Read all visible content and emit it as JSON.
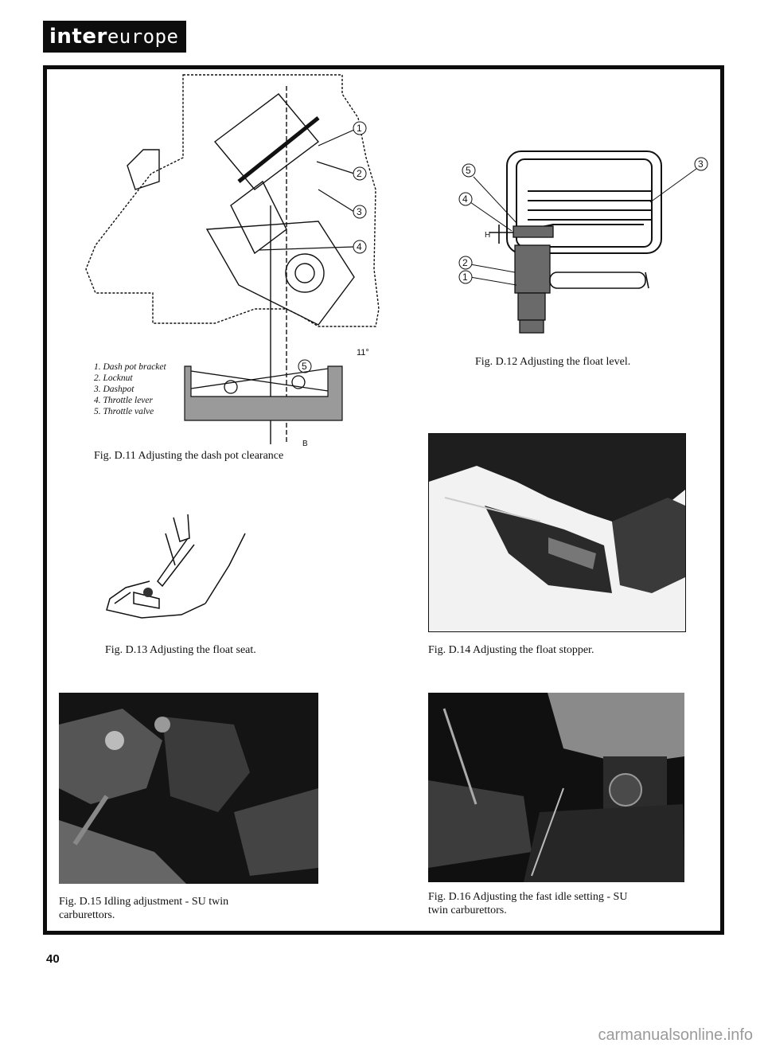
{
  "header": {
    "brand_prefix": "inter",
    "brand_suffix": "europe"
  },
  "figures": {
    "d11": {
      "caption": "Fig. D.11 Adjusting the dash pot clearance",
      "legend": [
        "1. Dash pot bracket",
        "2. Locknut",
        "3. Dashpot",
        "4. Throttle lever",
        "5. Throttle valve"
      ],
      "callouts": [
        "1",
        "2",
        "3",
        "4",
        "5"
      ],
      "angle_label": "11°",
      "dim_label": "B"
    },
    "d12": {
      "caption": "Fig. D.12 Adjusting the float level.",
      "callouts": [
        "5",
        "4",
        "3",
        "2",
        "1"
      ],
      "dim_label": "H"
    },
    "d13": {
      "caption": "Fig. D.13 Adjusting the float seat."
    },
    "d14": {
      "caption": "Fig. D.14 Adjusting the float stopper."
    },
    "d15": {
      "caption_line1": "Fig. D.15 Idling adjustment - SU twin",
      "caption_line2": "carburettors."
    },
    "d16": {
      "caption_line1": "Fig. D.16 Adjusting the fast idle setting - SU",
      "caption_line2": "twin carburettors."
    }
  },
  "page_number": "40",
  "watermark": "carmanualsonline.info"
}
